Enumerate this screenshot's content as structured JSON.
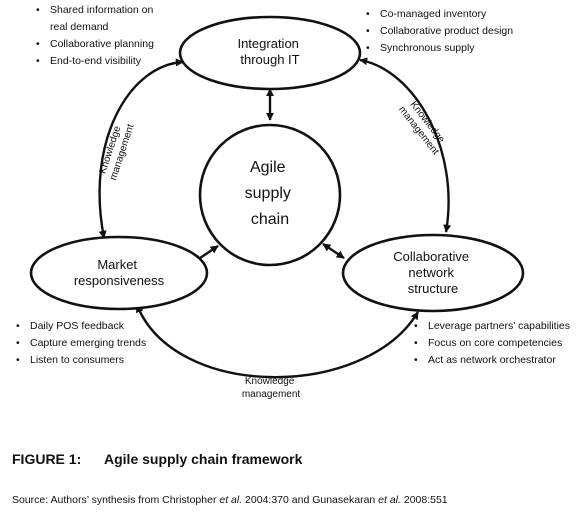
{
  "nodes": {
    "top": [
      "Integration",
      "through IT"
    ],
    "center": [
      "Agile",
      "supply",
      "chain"
    ],
    "left": [
      "Market",
      "responsiveness"
    ],
    "right": [
      "Collaborative",
      "network",
      "structure"
    ]
  },
  "edge_labels": {
    "left_line1": "Knowledge",
    "left_line2": "management",
    "right_line1": "Knowledge",
    "right_line2": "management",
    "bottom_line1": "Knowledge",
    "bottom_line2": "management"
  },
  "bullets": {
    "top_left": [
      "Shared information on",
      "real demand",
      "Collaborative planning",
      "End-to-end visibility"
    ],
    "top_right": [
      "Co-managed inventory",
      "Collaborative product design",
      "Synchronous supply"
    ],
    "bottom_left": [
      "Daily POS feedback",
      "Capture emerging trends",
      "Listen to consumers"
    ],
    "bottom_right": [
      "Leverage partners’ capabilities",
      "Focus on core competencies",
      "Act as network orchestrator"
    ]
  },
  "caption": {
    "number": "FIGURE 1:",
    "title": "Agile supply chain framework"
  },
  "source": {
    "prefix": "Source: Authors’ synthesis from Christopher ",
    "etal1": "et al.",
    "mid": " 2004:370 and Gunasekaran ",
    "etal2": "et al.",
    "suffix": " 2008:551"
  }
}
